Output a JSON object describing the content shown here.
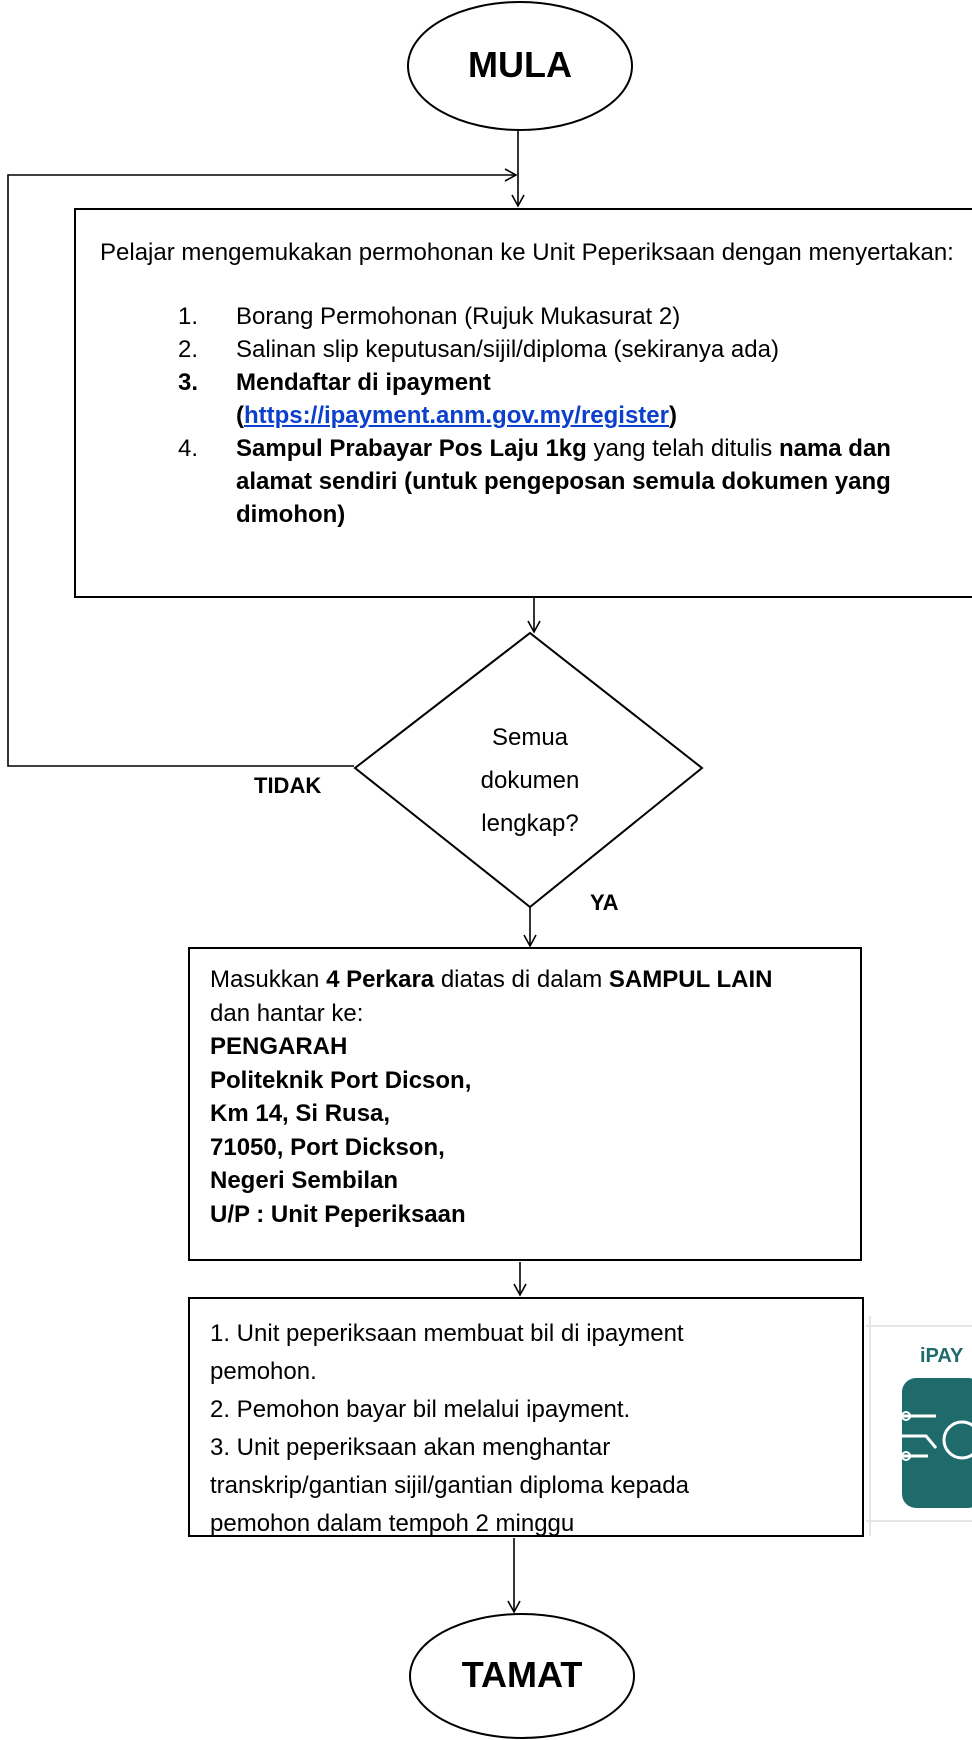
{
  "start": {
    "label": "MULA"
  },
  "step1": {
    "intro": "Pelajar mengemukakan permohonan ke Unit Peperiksaan dengan menyertakan:",
    "items": [
      {
        "num": "1.",
        "text": "Borang Permohonan (Rujuk Mukasurat 2)"
      },
      {
        "num": "2.",
        "text": "Salinan slip keputusan/sijil/diploma (sekiranya ada)"
      },
      {
        "num": "3.",
        "text": "Mendaftar di ipayment",
        "link_open": "(",
        "link": "https://ipayment.anm.gov.my/register",
        "link_close": ")"
      },
      {
        "num": "4.",
        "bold1": "Sampul Prabayar Pos Laju 1kg",
        "normal": " yang telah ditulis ",
        "bold2": "nama dan alamat sendiri (untuk pengeposan semula dokumen yang dimohon)"
      }
    ]
  },
  "decision": {
    "lines": [
      "Semua",
      "dokumen",
      "lengkap?"
    ],
    "no_label": "TIDAK",
    "yes_label": "YA"
  },
  "step2": {
    "line1_a": "Masukkan ",
    "line1_b": "4 Perkara",
    "line1_c": " diatas di dalam ",
    "line1_d": "SAMPUL LAIN",
    "line2": "dan hantar ke:",
    "address": [
      "PENGARAH",
      "Politeknik Port Dicson,",
      "Km 14, Si Rusa,",
      "71050, Port Dickson,",
      "Negeri Sembilan",
      "U/P : Unit Peperiksaan"
    ]
  },
  "step3": {
    "lines": [
      "1. Unit peperiksaan membuat bil di ipayment",
      "pemohon.",
      "2. Pemohon bayar bil melalui ipayment.",
      "3. Unit peperiksaan akan menghantar",
      "transkrip/gantian sijil/gantian diploma kepada",
      "pemohon dalam tempoh 2 minggu"
    ]
  },
  "end": {
    "label": "TAMAT"
  },
  "logo": {
    "text": "iPAY",
    "color": "#1f6b6b"
  }
}
